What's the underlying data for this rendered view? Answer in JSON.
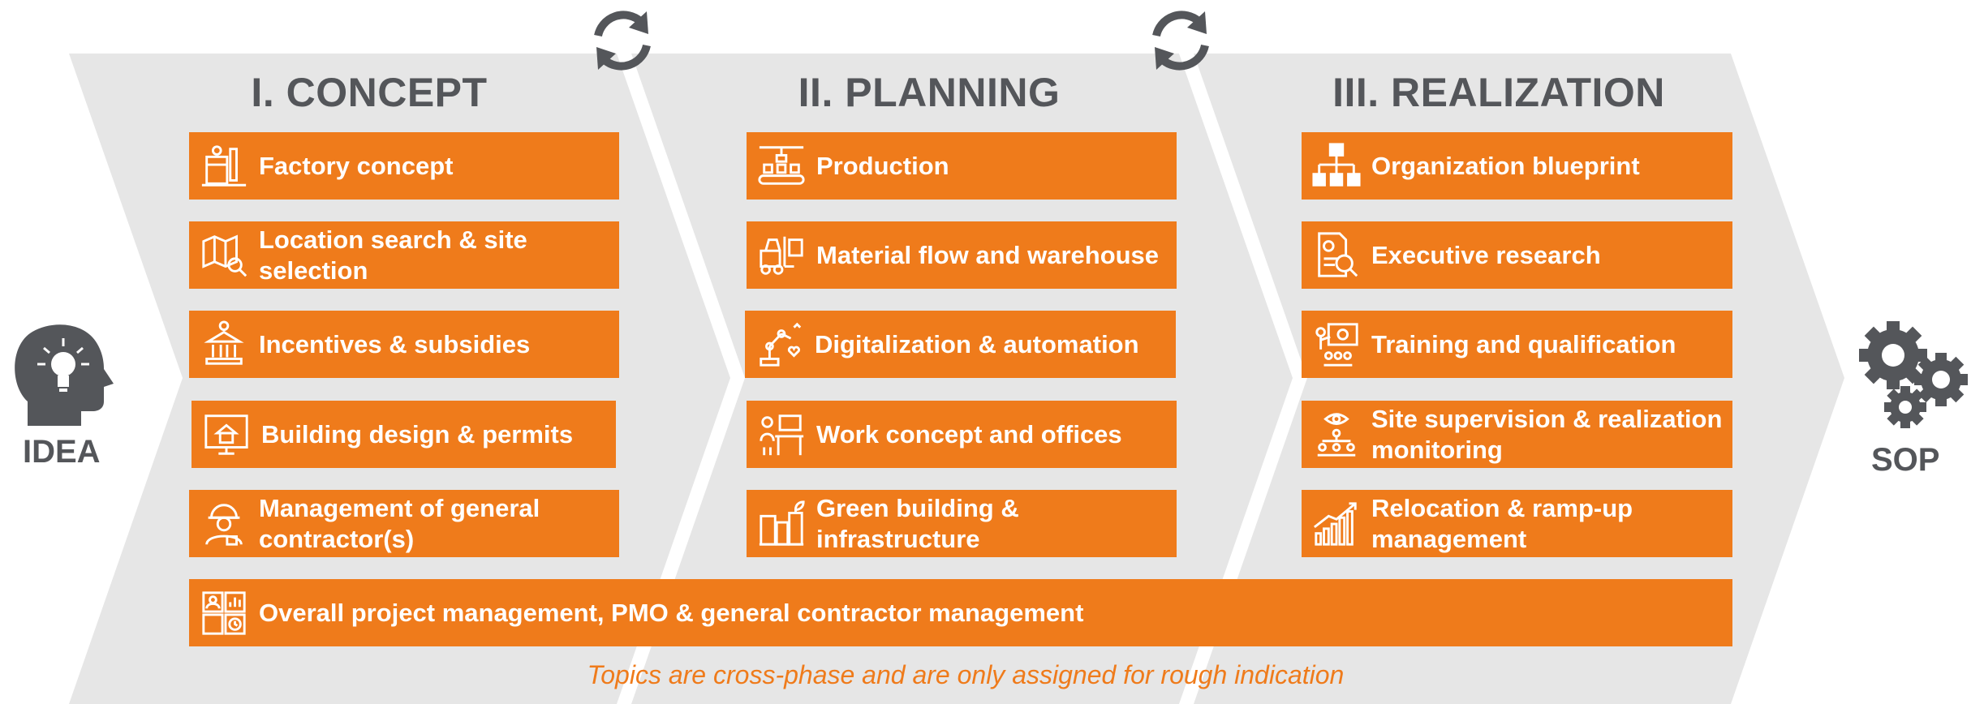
{
  "start_label": "IDEA",
  "end_label": "SOP",
  "phases": [
    {
      "title": "I. CONCEPT",
      "items": [
        {
          "label": "Factory concept",
          "icon": "factory-concept-icon"
        },
        {
          "label": "Location search & site selection",
          "icon": "map-search-icon"
        },
        {
          "label": "Incentives & subsidies",
          "icon": "subsidy-bank-icon"
        },
        {
          "label": "Building design & permits",
          "icon": "building-design-icon"
        },
        {
          "label": "Management of general contractor(s)",
          "icon": "contractor-worker-icon"
        }
      ]
    },
    {
      "title": "II. PLANNING",
      "items": [
        {
          "label": "Production",
          "icon": "production-line-icon"
        },
        {
          "label": "Material flow and warehouse",
          "icon": "forklift-icon"
        },
        {
          "label": "Digitalization & automation",
          "icon": "robot-arm-icon"
        },
        {
          "label": "Work concept and offices",
          "icon": "office-desk-icon"
        },
        {
          "label": "Green building & infrastructure",
          "icon": "green-building-icon"
        }
      ]
    },
    {
      "title": "III. REALIZATION",
      "items": [
        {
          "label": "Organization blueprint",
          "icon": "org-chart-icon"
        },
        {
          "label": "Executive research",
          "icon": "document-search-icon"
        },
        {
          "label": "Training and qualification",
          "icon": "training-presentation-icon"
        },
        {
          "label": "Site supervision & realization monitoring",
          "icon": "supervision-team-icon"
        },
        {
          "label": "Relocation & ramp-up management",
          "icon": "ramp-up-chart-icon"
        }
      ]
    }
  ],
  "overall_item": {
    "label": "Overall project management, PMO & general contractor management",
    "icon": "dashboard-icon"
  },
  "footnote": "Topics are cross-phase and are only assigned for rough indication",
  "colors": {
    "accent": "#ef7b1b",
    "chevron": "#e6e6e6",
    "text_dark": "#54565a",
    "icon_dark": "#54565a"
  }
}
